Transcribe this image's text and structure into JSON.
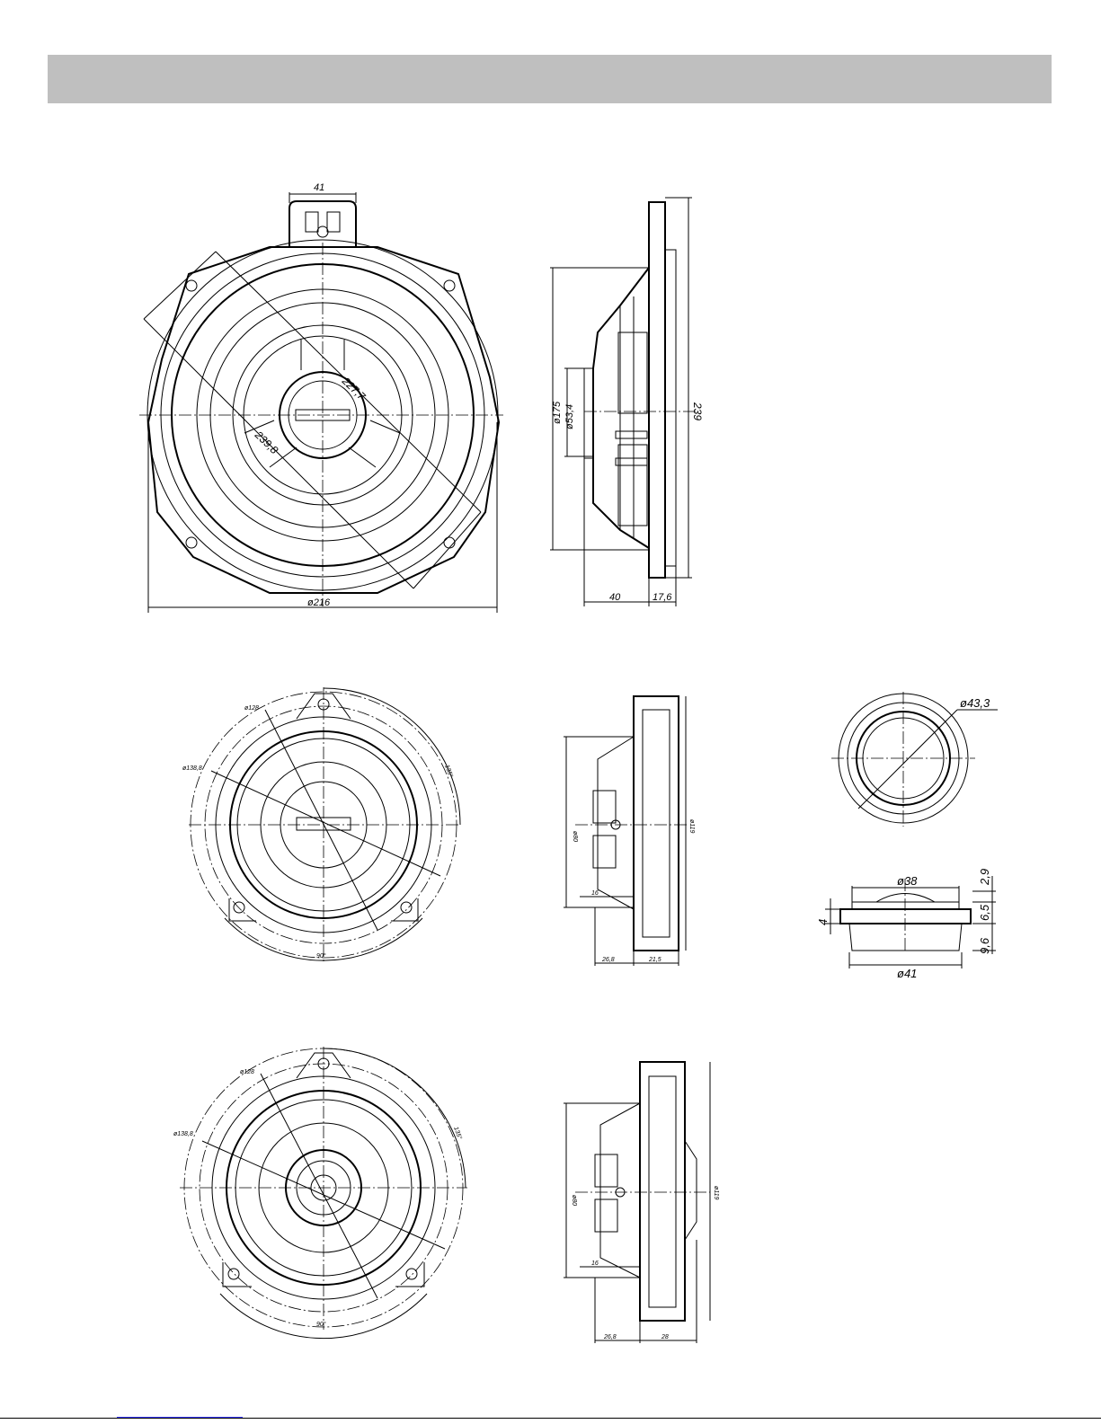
{
  "views": {
    "woofer": {
      "dim_flange_width": "41",
      "dim_diagonal_outer": "239,8",
      "dim_diagonal_inner": "227,7",
      "dim_outer_diameter": "ø216"
    },
    "woofer_side": {
      "dim_height": "239",
      "dim_basket_diameter": "ø175",
      "dim_magnet_diameter": "ø53,4",
      "dim_depth": "40",
      "dim_flange_depth": "17,6"
    },
    "midrange": {
      "dim_inner_diameter": "ø128",
      "dim_outer_diameter": "ø138,8",
      "dim_angle_a": "135°",
      "dim_angle_b": "90°"
    },
    "midrange_side": {
      "dim_magnet": "ø80",
      "dim_height": "ø119",
      "dim_step": "16",
      "dim_depth": "26,8",
      "dim_flange": "21,5"
    },
    "tweeter_front": {
      "dim_diameter": "ø43,3"
    },
    "tweeter_side": {
      "dim_dome": "ø38",
      "dim_base": "ø41",
      "dim_h1": "2,9",
      "dim_h2": "6,5",
      "dim_h3": "9,6",
      "dim_left": "4"
    },
    "coax": {
      "dim_inner_diameter": "ø128",
      "dim_outer_diameter": "ø138,8",
      "dim_angle_a": "135°",
      "dim_angle_b": "90°"
    },
    "coax_side": {
      "dim_magnet": "ø80",
      "dim_height": "ø119",
      "dim_step": "16",
      "dim_depth": "26,8",
      "dim_flange": "28"
    }
  }
}
